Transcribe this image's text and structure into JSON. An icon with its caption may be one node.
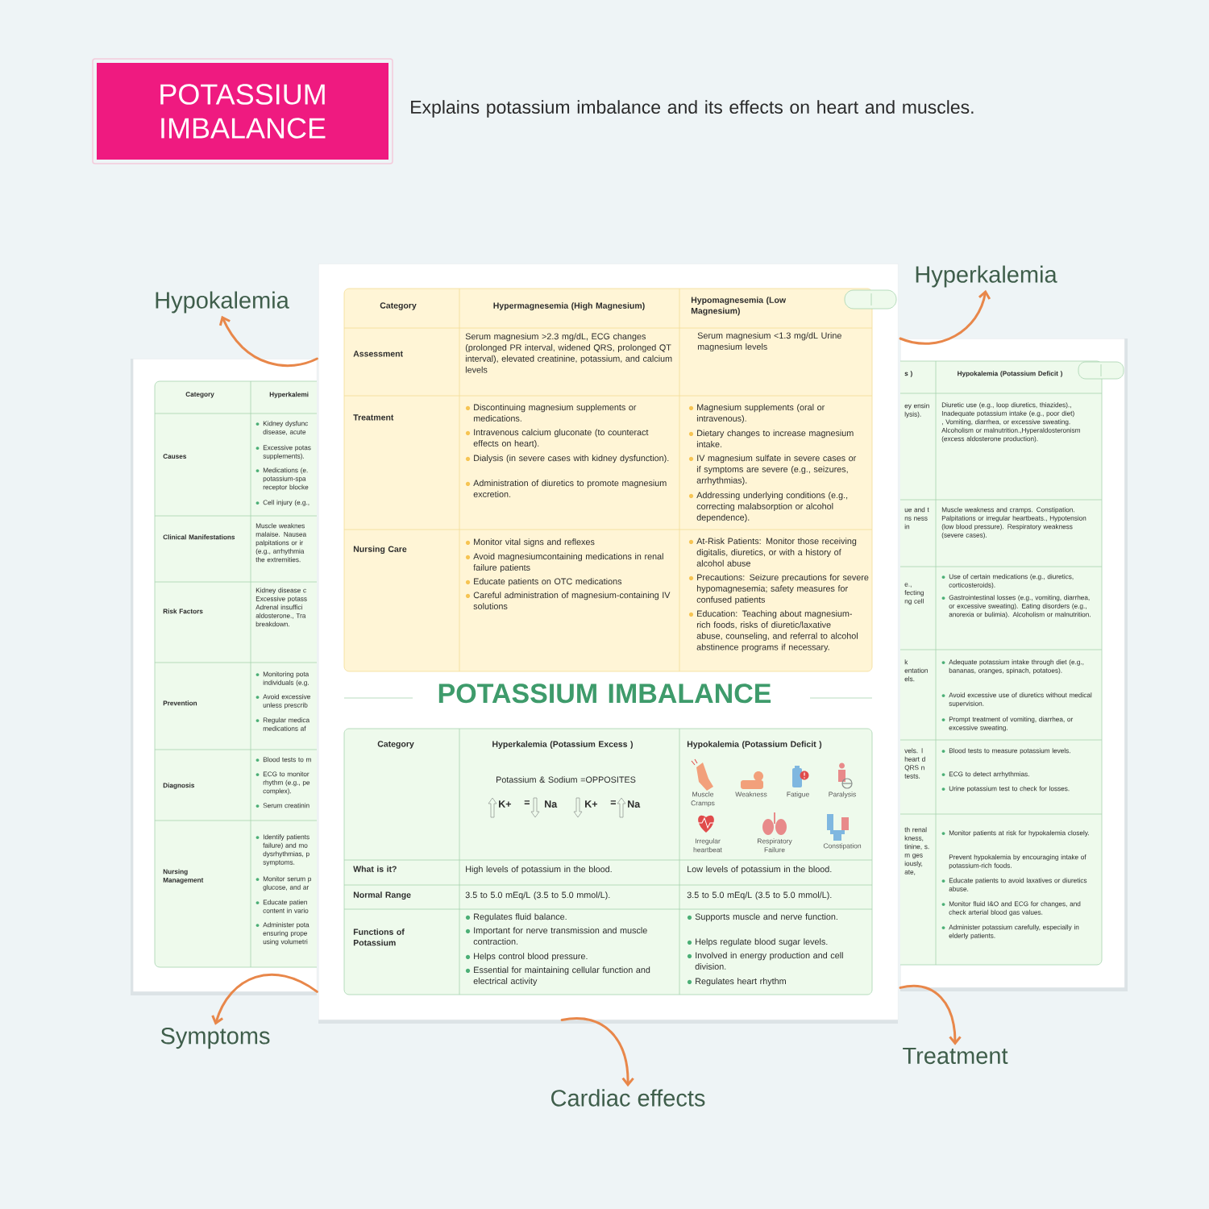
{
  "diagram": {
    "nodes": [
      {
        "text": [
          "POTASSIUM IMBALANCE"
        ]
      },
      {
        "text": [
          "Hypokalemia"
        ]
      },
      {
        "text": [
          "Hyperkalemia"
        ]
      },
      {
        "text": [],
        "shape": "box"
      },
      {
        "text": [],
        "shape": "box"
      },
      {
        "text": [],
        "shape": "box"
      },
      {
        "text": [
          "Symptoms"
        ]
      },
      {
        "text": [
          "Cardiac effects"
        ]
      },
      {
        "text": [
          "Treatment"
        ]
      }
    ],
    "edges": [
      {
        "from": 3,
        "to": 1,
        "arrow": "to"
      },
      {
        "from": 5,
        "to": 2,
        "arrow": "to"
      },
      {
        "from": 3,
        "to": 6,
        "arrow": "to"
      },
      {
        "from": 4,
        "to": 7,
        "arrow": "to"
      },
      {
        "from": 5,
        "to": 8,
        "arrow": "to"
      }
    ],
    "labels": [
      "Explains potassium imbalance and its effects on heart and muscles.",
      "Category",
      "Hyperkalemi",
      "Causes",
      "Kidney dysfunc disease, acute",
      "Excessive potas supplements).",
      "Medications (e. potassium-spa receptor blocke",
      "Cell injury (e.g.,",
      "Clinical Manifestations",
      "Muscle weaknes malaise. Nausea palpitations or ir (e.g., arrhythmia the extremities.",
      "Risk Factors",
      "Kidney disease c Excessive potass Adrenal insuffici aldosterone., Tra breakdown.",
      "Prevention",
      "Monitoring pota individuals (e.g.",
      "Avoid excessive unless prescrib",
      "Regular medica medications af",
      "Diagnosis",
      "Blood tests to m",
      "ECG to monitor rhythm (e.g., pe complex).",
      "Serum creatinin",
      "Nursing Management",
      "Identify patients failure) and mo dysrhythmias, p symptoms.",
      "Monitor serum p glucose, and ar",
      "Educate patien content in vario",
      "Administer pota ensuring prope using volumetri",
      "s )",
      "Hypokalemia (Potassium Deficit )",
      "ey ensin lysis).",
      "Diuretic use (e.g., loop diuretics, thiazides)., Inadequate potassium intake (e.g., poor diet) , Vomiting, diarrhea, or excessive sweating. Alcoholism or malnutrition.,Hyperaldosteronism (excess aldosterone production).",
      "ue and t ns ness in",
      "Muscle weakness and cramps. Constipation. Palpitations or irregular heartbeats., Hypotension (low blood pressure). Respiratory weakness (severe cases).",
      "e., fecting ng cell",
      "Use of certain medications (e.g., diuretics, corticosteroids).",
      "Gastrointestinal losses (e.g., vomiting, diarrhea, or excessive sweating). Eating disorders (e.g., anorexia or bulimia). Alcoholism or malnutrition.",
      "k entation els.",
      "Adequate potassium intake through diet (e.g., bananas, oranges, spinach, potatoes).",
      "Avoid excessive use of diuretics without medical supervision.",
      "Prompt treatment of vomiting, diarrhea, or excessive sweating.",
      "vels. l heart d QRS n tests.",
      "Blood tests to measure potassium levels.",
      "ECG to detect arrhythmias.",
      "Urine potassium test to check for losses.",
      "th renal kness, tinine, s. m ges iously, ate,",
      "Monitor patients at risk for hypokalemia closely.",
      "Prevent hypokalemia by encouraging intake of potassium-rich foods.",
      "Educate patients to avoid laxatives or diuretics abuse.",
      "Monitor fluid I&O and ECG for changes, and check arterial blood gas values.",
      "Administer potassium carefully, especially in elderly patients.",
      "Category",
      "Hypermagnesemia (High Magnesium)",
      "Hypomagnesemia (Low Magnesium)",
      "Assessment",
      "Serum magnesium >2.3 mg/dL, ECG changes (prolonged PR interval, widened QRS, prolonged QT interval), elevated creatinine, potassium, and calcium levels",
      "Serum magnesium <1.3 mg/dL Urine magnesium levels",
      "Treatment",
      "Discontinuing magnesium supplements or medications.",
      "Intravenous calcium gluconate (to counteract effects on heart).",
      "Dialysis (in severe cases with kidney dysfunction).",
      "Administration of diuretics to promote magnesium excretion.",
      "Magnesium supplements (oral or intravenous).",
      "Dietary changes to increase magnesium intake.",
      "IV magnesium sulfate in severe cases or if symptoms are severe (e.g., seizures, arrhythmias).",
      "Addressing underlying conditions (e.g., correcting malabsorption or alcohol dependence).",
      "Nursing Care",
      "Monitor vital signs and reflexes",
      "Avoid magnesiumcontaining medications in renal failure patients",
      "Educate patients on OTC medications",
      "Careful administration of magnesium-containing IV solutions",
      "At-Risk Patients: Monitor those receiving digitalis, diuretics, or with a history of alcohol abuse",
      "Precautions: Seizure precautions for severe hypomagnesemia; safety measures for confused patients",
      "Education: Teaching about magnesium-rich foods, risks of diuretic/laxative abuse, counseling, and referral to alcohol abstinence programs if necessary.",
      "POTASSIUM IMBALANCE",
      "Category",
      "Hyperkalemia (Potassium Excess )",
      "Hypokalemia (Potassium Deficit )",
      "Potassium & Sodium =OPPOSITES",
      "K+",
      "=",
      "Na",
      "K+",
      "=",
      "Na",
      "Muscle Cramps",
      "Weakness",
      "Fatigue",
      "Paralysis",
      "Irregular heartbeat",
      "Respiratory Failure",
      "Constipation",
      "What is it?",
      "High levels of potassium in the blood.",
      "Low levels of potassium in the blood.",
      "Normal Range",
      "3.5 to 5.0 mEq/L (3.5 to 5.0 mmol/L).",
      "3.5 to 5.0 mEq/L (3.5 to 5.0 mmol/L).",
      "Functions of Potassium",
      "Regulates fluid balance.",
      "Important for nerve transmission and muscle contraction.",
      "Helps control blood pressure.",
      "Essential for maintaining cellular function and electrical activity",
      "Supports muscle and nerve function.",
      "Helps regulate blood sugar levels.",
      "Involved in energy production and cell division.",
      "Regulates heart rhythm"
    ]
  }
}
